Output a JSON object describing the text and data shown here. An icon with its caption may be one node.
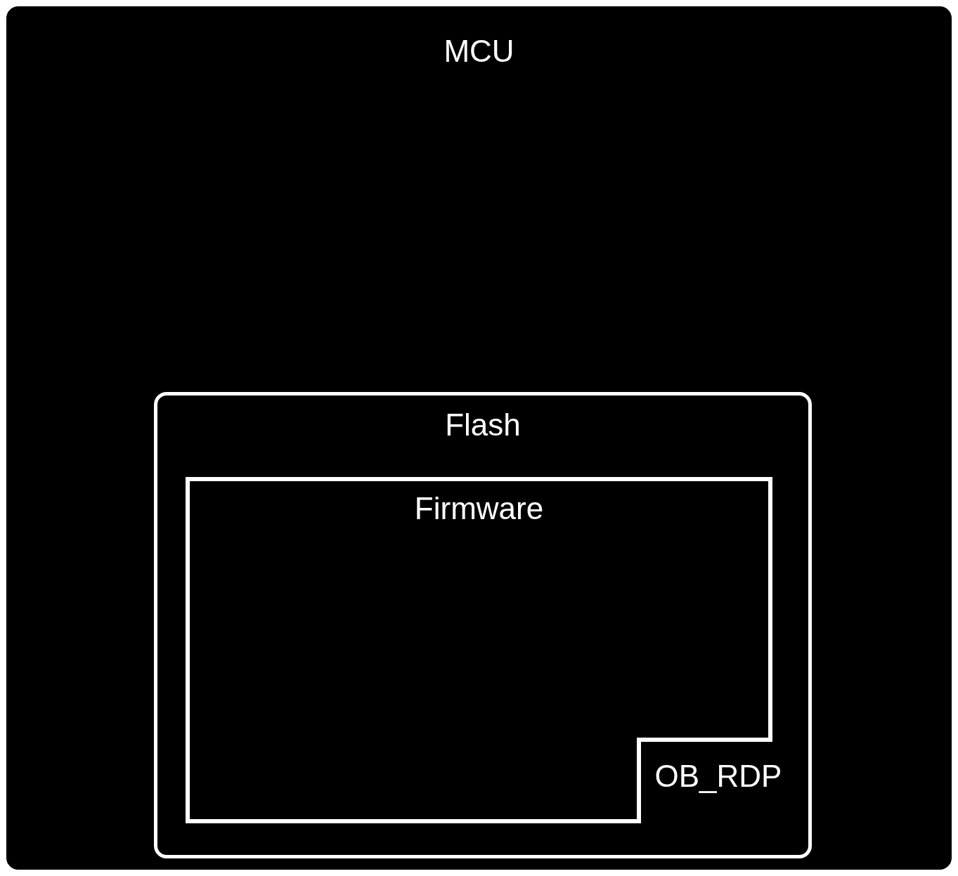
{
  "diagram": {
    "nodes": [
      {
        "text": [
          "MCU"
        ]
      },
      {
        "text": [
          "Flash"
        ],
        "in": 0
      },
      {
        "text": [
          "Firmware"
        ],
        "in": 1
      }
    ],
    "edges": [],
    "labels": [
      "OB_RDP"
    ]
  }
}
